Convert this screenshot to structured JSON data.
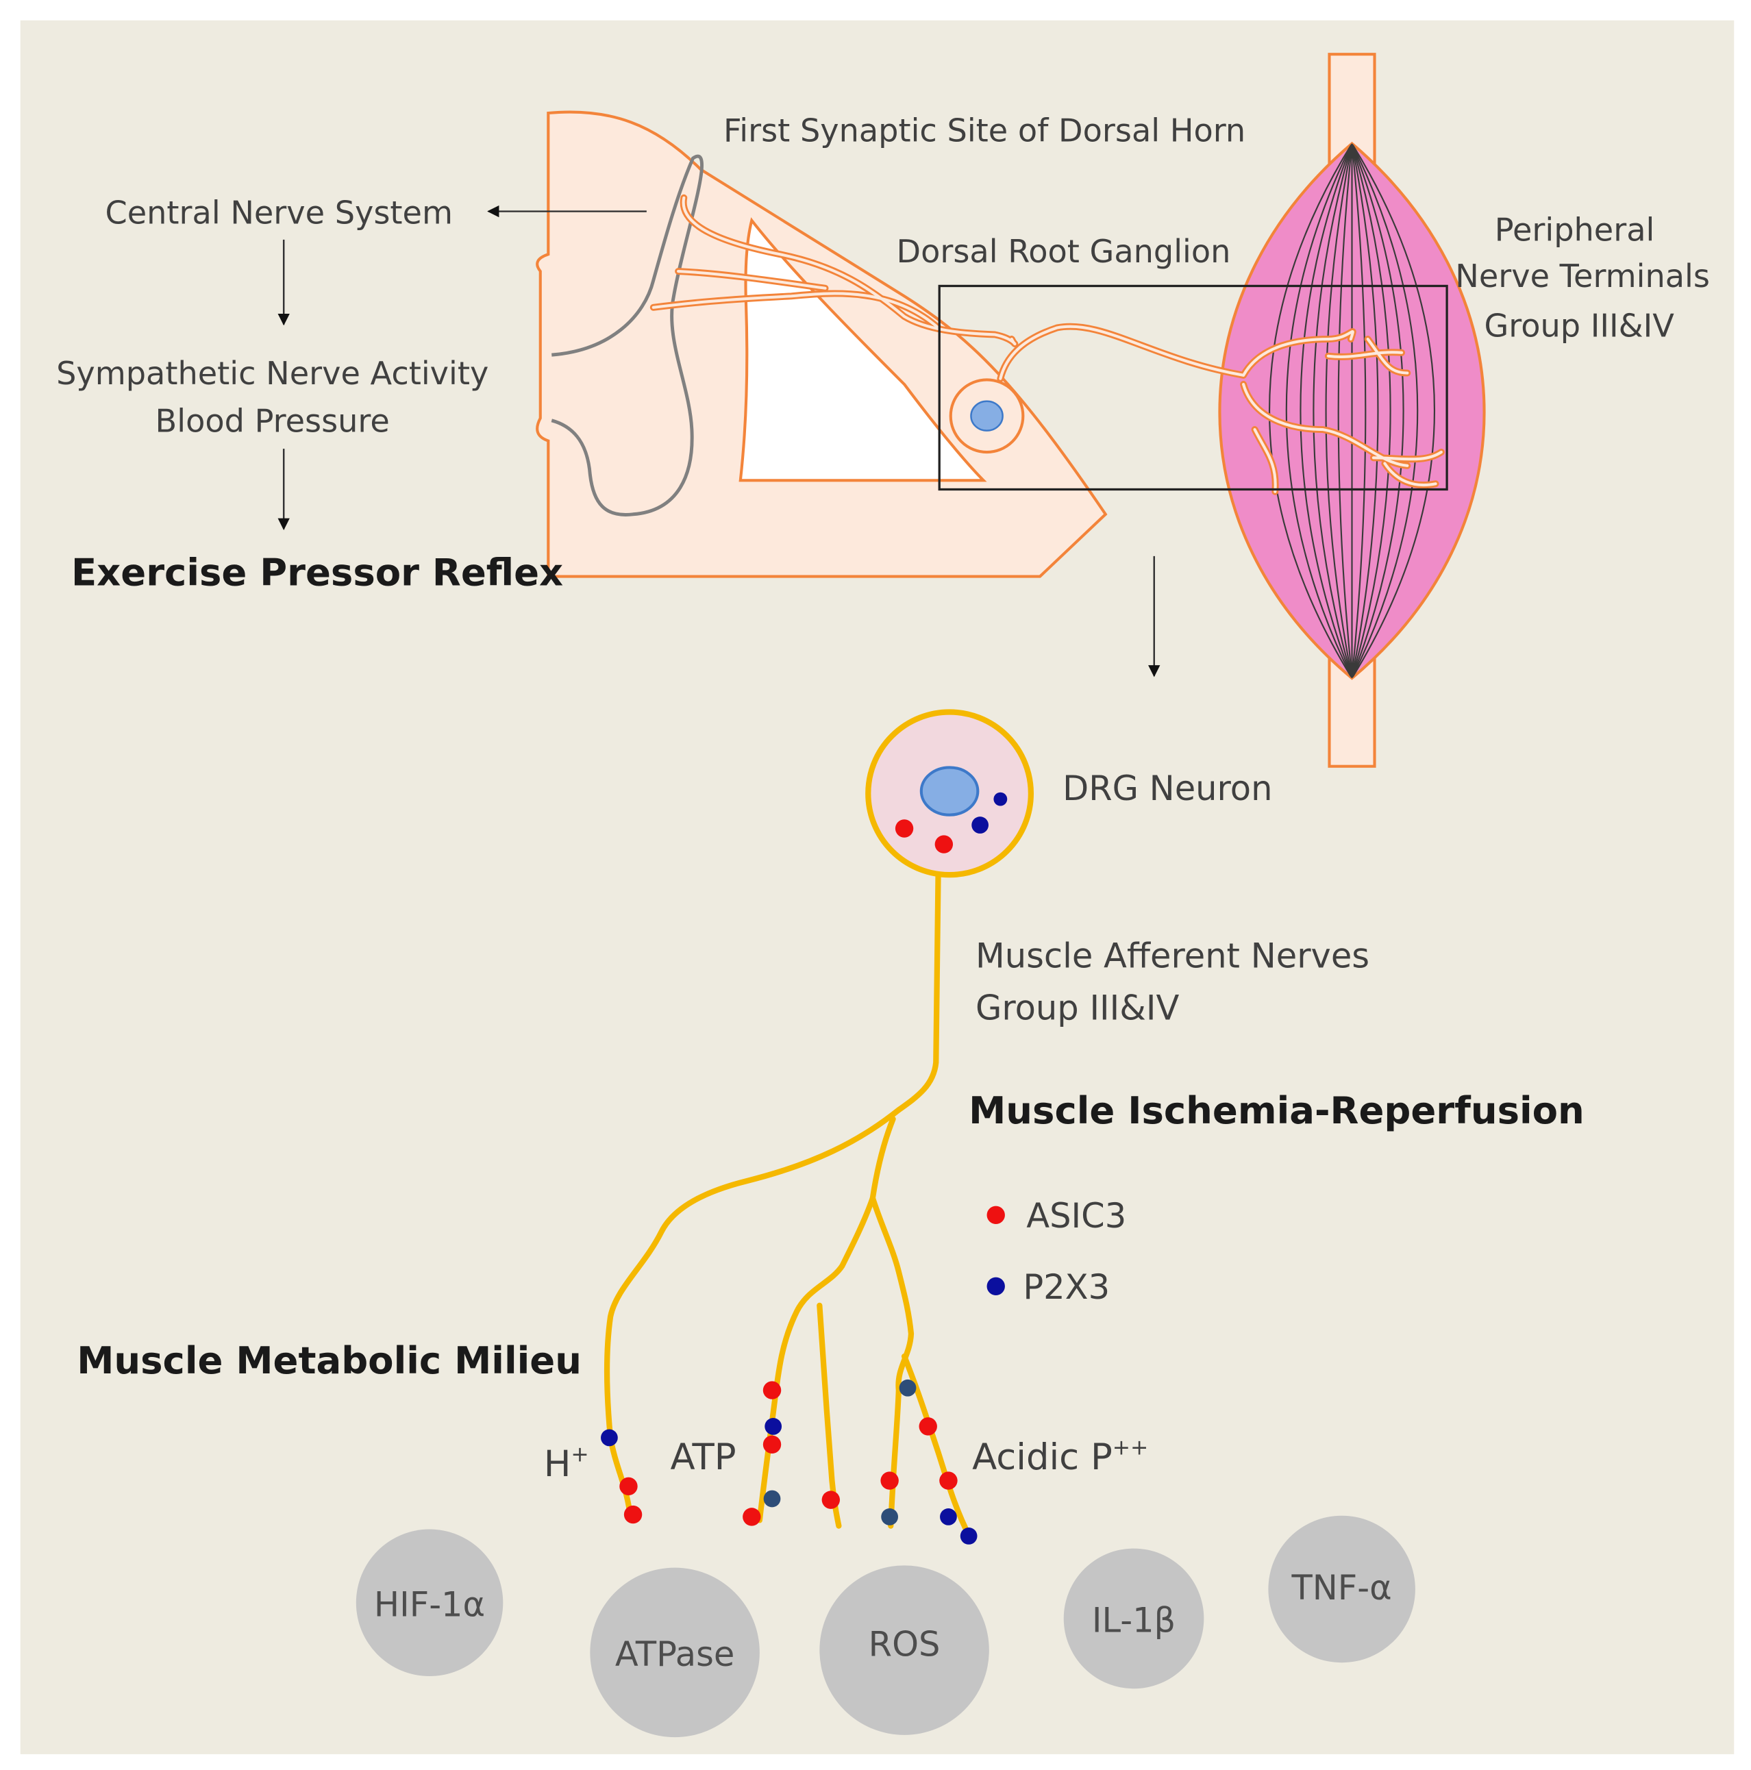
{
  "colors": {
    "background": "#eeebe0",
    "spinal_fill": "#fde9dc",
    "spinal_stroke": "#f3843a",
    "grey_matter": "#808080",
    "muscle_fill": "#ef8cc8",
    "fiber_line": "#3a3a3a",
    "neuron_stroke": "#f5b800",
    "neuron_fill": "#f2d8de",
    "nucleus": "#86aee4",
    "asic3_dot": "#ee1111",
    "p2x3_dot": "#0b0f9e",
    "slate_dot": "#2d4d78",
    "molecule_fill": "#c5c5c5"
  },
  "labels": {
    "first_synaptic": "First Synaptic Site of Dorsal Horn",
    "central_nerve": "Central Nerve System",
    "dorsal_root": "Dorsal Root Ganglion",
    "peripheral_1": "Peripheral",
    "peripheral_2": "Nerve Terminals",
    "peripheral_3": "Group III&IV",
    "sympathetic": "Sympathetic  Nerve Activity",
    "blood_pressure": "Blood Pressure",
    "exercise_reflex": "Exercise Pressor Reflex",
    "drg_neuron": "DRG Neuron",
    "afferent_1": "Muscle Afferent Nerves",
    "afferent_2": "Group III&IV",
    "ischemia": "Muscle Ischemia-Reperfusion",
    "metabolic": "Muscle Metabolic Milieu",
    "h_plus_base": "H",
    "h_plus_sup": "+",
    "atp": "ATP",
    "acidic_base": "Acidic P",
    "acidic_sup": "++"
  },
  "legend": [
    {
      "label": "ASIC3",
      "color": "#ee1111"
    },
    {
      "label": "P2X3",
      "color": "#0b0f9e"
    }
  ],
  "molecules": [
    "HIF-1α",
    "ATPase",
    "ROS",
    "IL-1β",
    "TNF-α"
  ]
}
